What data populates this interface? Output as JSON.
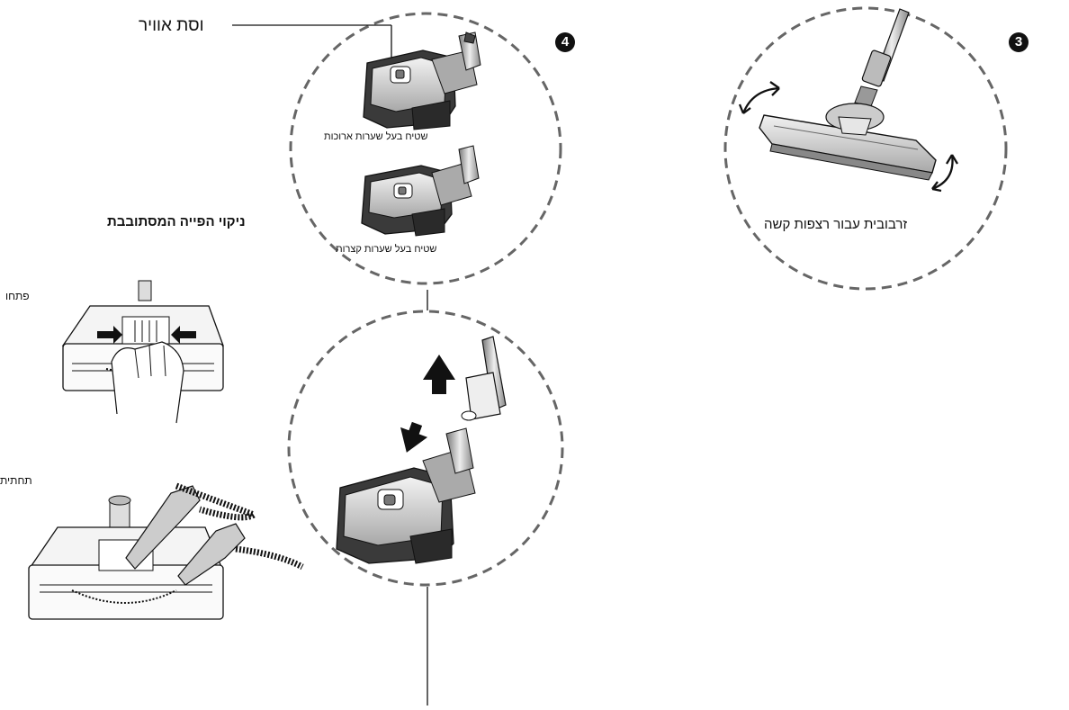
{
  "steps": {
    "step3": {
      "number": "3",
      "caption": "זרבובית עבור רצפות קשה"
    },
    "step4": {
      "number": "4",
      "air_valve_label": "וסת אוויר",
      "long_pile_caption": "שטיח בעל שערות ארוכות",
      "short_pile_caption": "שטיח בעל שערות קצרות"
    }
  },
  "turbo_cleaning": {
    "heading": "ניקוי הפייה המסתובבת",
    "open_label": "פתחו",
    "bottom_label": "תחתית"
  },
  "colors": {
    "line": "#111111",
    "dash": "#666666",
    "shade": "#9a9a9a",
    "light": "#d9d9d9"
  }
}
